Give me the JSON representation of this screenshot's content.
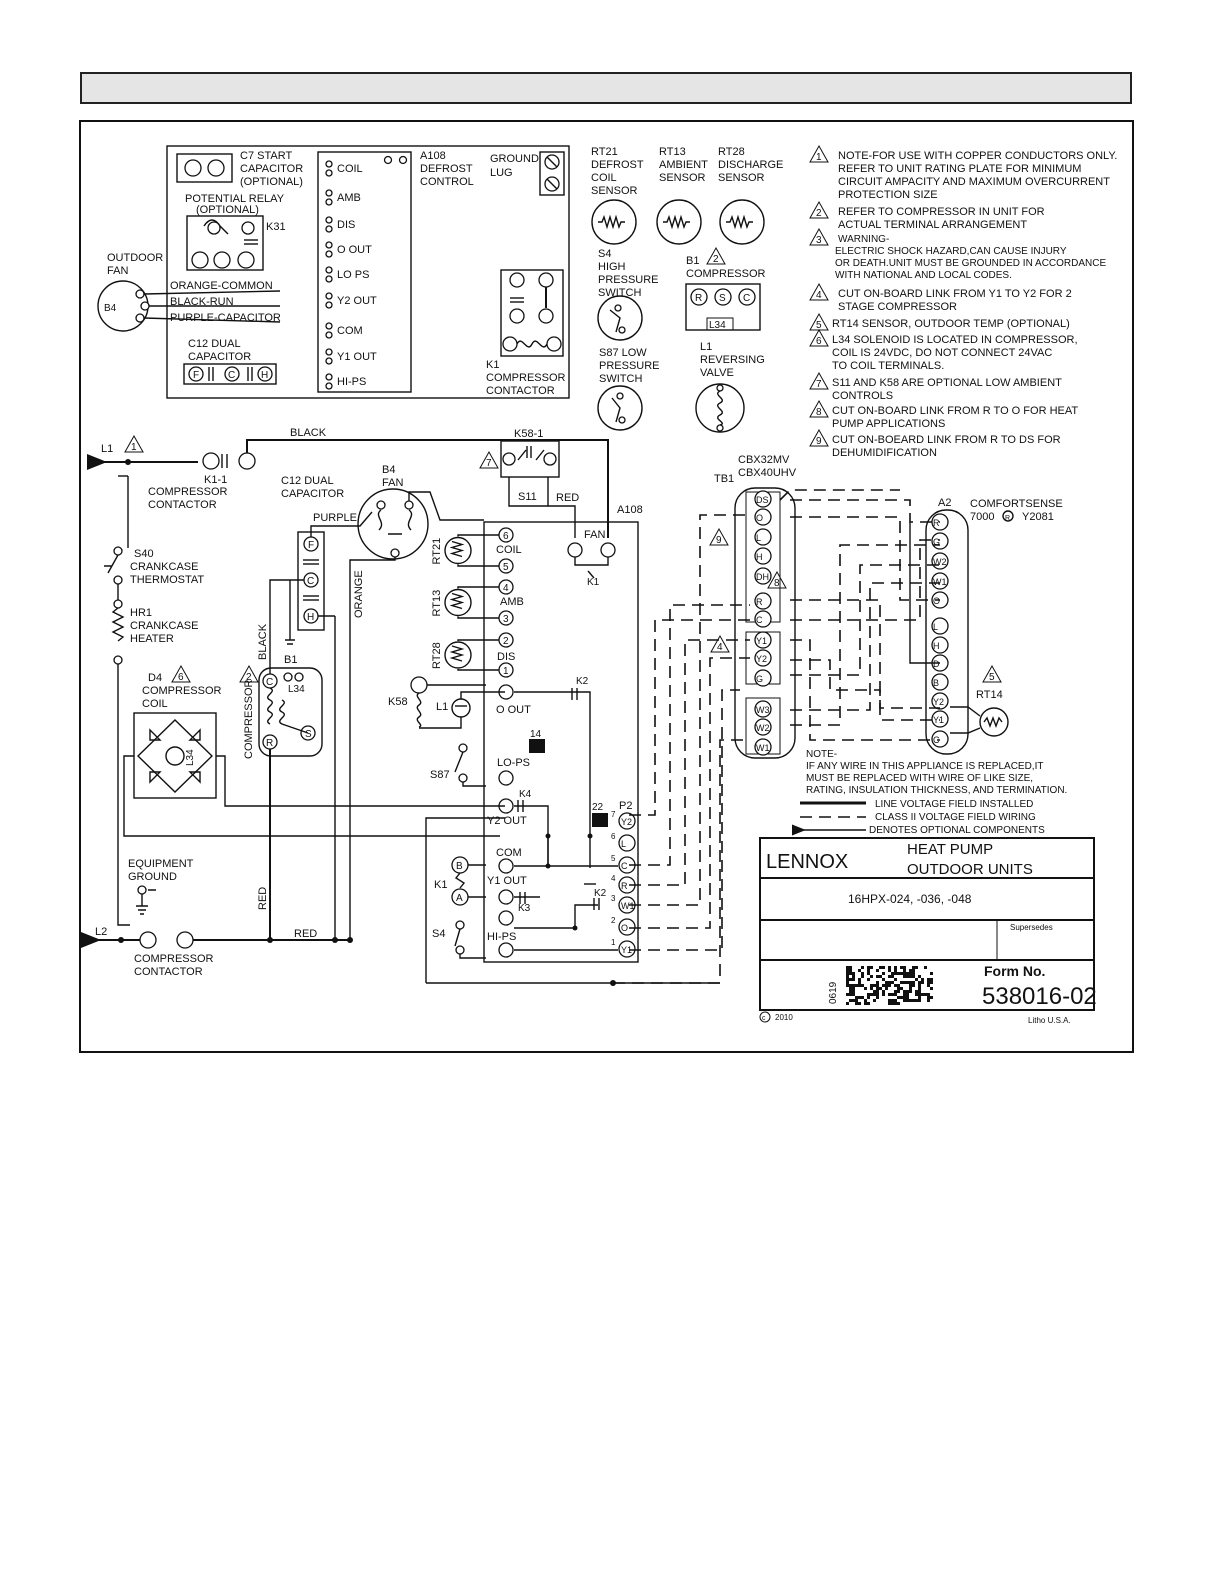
{
  "legend": {
    "components": {
      "c7": [
        "C7 START",
        "CAPACITOR",
        "(OPTIONAL)"
      ],
      "a108": [
        "A108",
        "DEFROST",
        "CONTROL"
      ],
      "ground_lug": [
        "GROUND",
        "LUG"
      ],
      "potential_relay": [
        "POTENTIAL RELAY",
        "(OPTIONAL)"
      ],
      "k31": "K31",
      "outdoor_fan": [
        "OUTDOOR",
        "FAN"
      ],
      "b4": "B4",
      "fan_wires": [
        "ORANGE-COMMON",
        "BLACK-RUN",
        "PURPLE-CAPACITOR"
      ],
      "c12": [
        "C12 DUAL",
        "CAPACITOR"
      ],
      "cap_terminals": [
        "F",
        "C",
        "H"
      ],
      "a108_pins": [
        "COIL",
        "AMB",
        "DIS",
        "O OUT",
        "LO PS",
        "Y2 OUT",
        "COM",
        "Y1 OUT",
        "HI-PS"
      ],
      "k1": [
        "K1",
        "COMPRESSOR",
        "CONTACTOR"
      ],
      "rt21": [
        "RT21",
        "DEFROST",
        "COIL",
        "SENSOR"
      ],
      "rt13": [
        "RT13",
        "AMBIENT",
        "SENSOR"
      ],
      "rt28": [
        "RT28",
        "DISCHARGE",
        "SENSOR"
      ],
      "s4": [
        "S4",
        "HIGH",
        "PRESSURE",
        "SWITCH"
      ],
      "b1": [
        "B1",
        "COMPRESSOR"
      ],
      "b1_terminals": [
        "R",
        "S",
        "C"
      ],
      "l34": "L34",
      "s87": [
        "S87 LOW",
        "PRESSURE",
        "SWITCH"
      ],
      "l1": [
        "L1",
        "REVERSING",
        "VALVE"
      ]
    },
    "notes": [
      {
        "num": "1",
        "lines": [
          "NOTE-FOR USE WITH COPPER CONDUCTORS ONLY.",
          "REFER TO UNIT RATING PLATE FOR MINIMUM",
          "CIRCUIT AMPACITY AND MAXIMUM OVERCURRENT",
          "PROTECTION SIZE"
        ]
      },
      {
        "num": "2",
        "lines": [
          "REFER TO COMPRESSOR IN UNIT FOR",
          "ACTUAL TERMINAL ARRANGEMENT"
        ]
      },
      {
        "num": "3",
        "lines": [
          "WARNING-",
          "ELECTRIC SHOCK HAZARD,CAN CAUSE INJURY",
          "OR DEATH.UNIT MUST BE GROUNDED IN ACCORDANCE",
          "WITH NATIONAL AND LOCAL CODES."
        ]
      },
      {
        "num": "4",
        "lines": [
          "CUT ON-BOARD LINK FROM Y1 TO Y2 FOR 2",
          "STAGE COMPRESSOR"
        ]
      },
      {
        "num": "5",
        "lines": [
          "RT14 SENSOR, OUTDOOR TEMP (OPTIONAL)"
        ]
      },
      {
        "num": "6",
        "lines": [
          "L34 SOLENOID IS LOCATED IN COMPRESSOR,",
          "COIL IS 24VDC, DO NOT CONNECT 24VAC",
          "TO COIL TERMINALS."
        ]
      },
      {
        "num": "7",
        "lines": [
          "S11 AND K58 ARE OPTIONAL LOW AMBIENT",
          "CONTROLS"
        ]
      },
      {
        "num": "8",
        "lines": [
          "CUT ON-BOARD LINK FROM R TO O FOR HEAT",
          "PUMP APPLICATIONS"
        ]
      },
      {
        "num": "9",
        "lines": [
          "CUT ON-BOEARD LINK FROM R TO DS FOR",
          "DEHUMIDIFICATION"
        ]
      }
    ]
  },
  "schematic": {
    "l1": "L1",
    "l2": "L2",
    "black": "BLACK",
    "red": "RED",
    "purple": "PURPLE",
    "orange": "ORANGE",
    "k1_1": [
      "K1-1",
      "COMPRESSOR",
      "CONTACTOR"
    ],
    "c12": [
      "C12 DUAL",
      "CAPACITOR"
    ],
    "b4": [
      "B4",
      "FAN"
    ],
    "k58_1": "K58-1",
    "s11": "S11",
    "a108": "A108",
    "fan": "FAN",
    "k1": "K1",
    "s40": [
      "S40",
      "CRANKCASE",
      "THERMOSTAT"
    ],
    "hr1": [
      "HR1",
      "CRANKCASE",
      "HEATER"
    ],
    "d4": [
      "D4",
      "COMPRESSOR",
      "COIL"
    ],
    "l34": "L34",
    "compressor": "COMPRESSOR",
    "b1": "B1",
    "bcr": [
      "C",
      "S",
      "R"
    ],
    "equipment_ground": [
      "EQUIPMENT",
      "GROUND"
    ],
    "compressor_contactor": [
      "COMPRESSOR",
      "CONTACTOR"
    ],
    "sensors": [
      "RT21",
      "RT13",
      "RT28"
    ],
    "k58": "K58",
    "l1_valve": "L1",
    "s87": "S87",
    "s4": "S4",
    "board_pin_numbers": [
      "6",
      "5",
      "4",
      "3",
      "2",
      "1"
    ],
    "board_labels": [
      "COIL",
      "AMB",
      "DIS",
      "O OUT",
      "LO-PS",
      "Y2 OUT",
      "COM",
      "Y1 OUT",
      "HI-PS"
    ],
    "relays": [
      "K2",
      "K4",
      "K3",
      "K2"
    ],
    "jumpers": [
      "14",
      "22"
    ],
    "p2": "P2",
    "p2_terminals": [
      "Y2",
      "L",
      "C",
      "R",
      "W1",
      "O",
      "Y1"
    ],
    "p2_numbers": [
      "7",
      "6",
      "5",
      "4",
      "3",
      "2",
      "1"
    ],
    "k1_coil_terminals": [
      "B",
      "A"
    ],
    "tb1": "TB1",
    "cbx": [
      "CBX32MV",
      "CBX40UHV"
    ],
    "tb1_terminals": [
      "DS",
      "O",
      "L",
      "H",
      "DH",
      "R",
      "C",
      "Y1",
      "Y2",
      "G",
      "W3",
      "W2",
      "W1"
    ],
    "a2": "A2",
    "comfortsense": [
      "COMFORTSENSE",
      "7000",
      "Y2081"
    ],
    "registered": "R",
    "a2_terminals": [
      "R",
      "G",
      "W2",
      "W1",
      "O",
      "L",
      "H",
      "D",
      "B",
      "Y2",
      "Y1",
      "C"
    ],
    "rt14": "RT14",
    "note_lines": [
      "NOTE-",
      "IF ANY WIRE IN THIS APPLIANCE IS REPLACED,IT",
      "MUST BE REPLACED WITH WIRE OF LIKE SIZE,",
      "RATING, INSULATION THICKNESS, AND TERMINATION."
    ],
    "line_legend": [
      "LINE VOLTAGE FIELD INSTALLED",
      "CLASS II VOLTAGE FIELD WIRING",
      "DENOTES OPTIONAL COMPONENTS"
    ]
  },
  "title_block": {
    "brand": "LENNOX",
    "product": [
      "HEAT PUMP",
      "OUTDOOR UNITS"
    ],
    "models": "16HPX-024, -036, -048",
    "supersedes": "Supersedes",
    "form_no_label": "Form No.",
    "date_code": "0619",
    "form_no": "538016-02",
    "copyright": "2010",
    "litho": "Litho U.S.A."
  }
}
